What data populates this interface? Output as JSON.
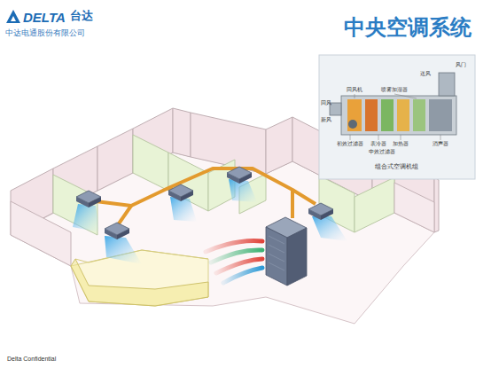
{
  "diagram": {
    "title": "中央空调系统",
    "labels": [
      "DELTA",
      "台达",
      "中达电通股份有限公司",
      "回风",
      "新风",
      "回风机",
      "喷雾加湿器",
      "送风",
      "风门",
      "初效过滤器",
      "表冷器",
      "加热器",
      "消声器",
      "中效过滤器",
      "组合式空调机组",
      "Delta Confidential"
    ]
  }
}
